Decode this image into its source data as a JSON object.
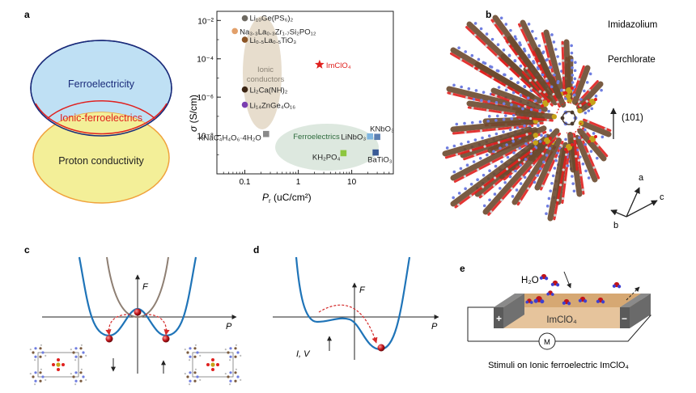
{
  "panels": {
    "a": "a",
    "b": "b",
    "c": "c",
    "d": "d",
    "e": "e"
  },
  "venn": {
    "top": "Ferroelectricity",
    "middle": "Ionic-ferroelectrics",
    "bottom": "Proton conductivity",
    "colors": {
      "top_fill": "#bfe0f4",
      "top_stroke": "#1a2b7a",
      "bottom_fill": "#f3ef98",
      "bottom_stroke": "#f0a23c",
      "middle_text": "#e0201e",
      "middle_stroke": "#e0201e"
    }
  },
  "chart_data": {
    "type": "scatter",
    "xscale": "log",
    "yscale": "log",
    "xlim": [
      0.03,
      60
    ],
    "ylim": [
      1e-10,
      0.03
    ],
    "x_tick_labels": [
      "0.1",
      "1",
      "10"
    ],
    "y_tick_labels": [
      "10⁻²",
      "10⁻⁴",
      "10⁻⁶",
      "10⁻⁸"
    ],
    "xlabel_main": "P",
    "xlabel_sub": "r",
    "xlabel_rest": " (uC/cm²)",
    "ylabel_main": "σ",
    "ylabel_rest": " (S/cm)",
    "group_ionic": {
      "l1": "Ionic",
      "l2": "conductors"
    },
    "group_ferro": "Ferroelectrics",
    "points": [
      {
        "label": "Li₁₀Ge(PS₆)₂",
        "x": 0.1,
        "y": 0.013,
        "color": "#6e6a62",
        "marker": "circle"
      },
      {
        "label": "Na₃.₃La₀.₃Zr₁.₇Si₂PO₁₂",
        "x": 0.065,
        "y": 0.0028,
        "color": "#e2a06a",
        "marker": "circle"
      },
      {
        "label": "Li₀.₅La₀.₅TiO₃",
        "x": 0.1,
        "y": 0.001,
        "color": "#8c5526",
        "marker": "circle"
      },
      {
        "label": "ImClO₄",
        "x": 2.5,
        "y": 5e-05,
        "color": "#e0201e",
        "marker": "star"
      },
      {
        "label": "Li₂Ca(NH)₂",
        "x": 0.1,
        "y": 2.5e-06,
        "color": "#3d2614",
        "marker": "circle"
      },
      {
        "label": "Li₁₄ZnGe₄O₁₆",
        "x": 0.1,
        "y": 4e-07,
        "color": "#7b3fb0",
        "marker": "circle"
      },
      {
        "label": "KNaC₄H₄O₆·4H₂O",
        "x": 0.25,
        "y": 1.2e-08,
        "color": "#8a8a8a",
        "marker": "square"
      },
      {
        "label": "LiNbO₃",
        "x": 22,
        "y": 9e-09,
        "color": "#7fb6e0",
        "marker": "square"
      },
      {
        "label": "KNbO₃",
        "x": 30,
        "y": 8.5e-09,
        "color": "#5c7fb2",
        "marker": "square"
      },
      {
        "label": "KH₂PO₄",
        "x": 7,
        "y": 1.2e-09,
        "color": "#8dc63f",
        "marker": "square"
      },
      {
        "label": "BaTiO₃",
        "x": 28,
        "y": 1.3e-09,
        "color": "#3a5a96",
        "marker": "square"
      }
    ]
  },
  "crystal": {
    "imidazolium": "Imidazolium",
    "perchlorate": "Perchlorate",
    "direction": "(101)",
    "axis_a": "a",
    "axis_b": "b",
    "axis_c": "c"
  },
  "well_c": {
    "F": "F",
    "P": "P"
  },
  "well_d": {
    "F": "F",
    "P": "P",
    "stimulus": "I, V"
  },
  "device": {
    "h2o": "H₂O",
    "material": "ImClO₄",
    "meter": "M",
    "plus": "+",
    "minus": "−",
    "caption": "Stimuli on Ionic ferroelectric ImClO₄"
  }
}
